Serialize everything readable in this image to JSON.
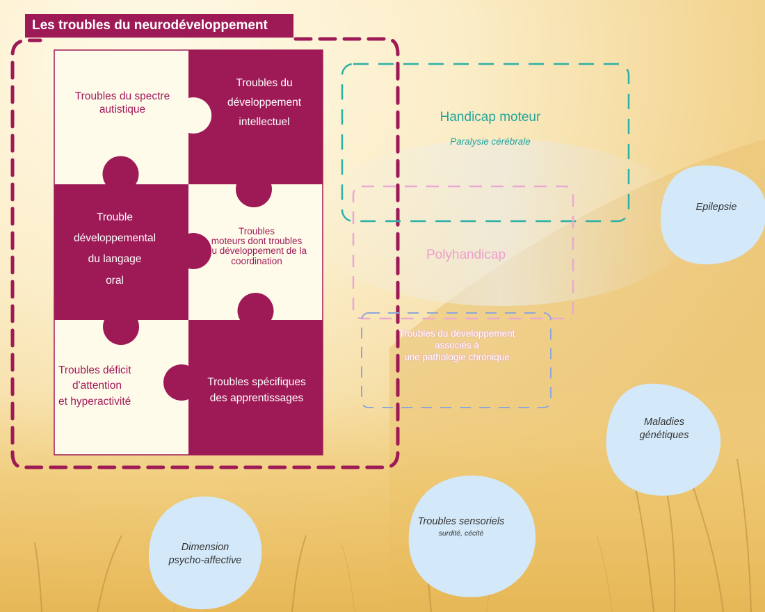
{
  "header": {
    "title": "Les troubles du neurodéveloppement"
  },
  "puzzle": {
    "tl": [
      "Troubles du spectre",
      "autistique"
    ],
    "tr": [
      "Troubles du",
      "développement",
      "intellectuel"
    ],
    "ml": [
      "Trouble",
      "développemental",
      "du langage",
      "oral"
    ],
    "mr": [
      "Troubles",
      "moteurs  dont  troubles",
      "du développement de la",
      "coordination"
    ],
    "bl": [
      "Troubles  déficit",
      "d'attention",
      "et hyperactivité"
    ],
    "br": [
      "Troubles spécifiques",
      "des apprentissages"
    ]
  },
  "handicap_moteur": {
    "title": "Handicap moteur",
    "subtitle": "Paralysie cérébrale"
  },
  "polyhandicap": {
    "title": "Polyhandicap"
  },
  "pathologie": {
    "lines": [
      "Troubles du développement",
      "associés à",
      "une pathologie chronique"
    ]
  },
  "blobs": {
    "epilepsie": [
      "Epilepsie"
    ],
    "maladies": [
      "Maladies",
      "génétiques"
    ],
    "sensoriels": [
      "Troubles sensoriels",
      "surdité, cécité"
    ],
    "psycho": [
      "Dimension",
      "psycho-affective"
    ]
  },
  "colors": {
    "magenta": "#9E1A56",
    "teal": "#2BB0A6",
    "pink": "#E7A9CF",
    "blob": "#D3E8F8",
    "bg_light": "#FCF1CF",
    "bg_warm": "#EDC36A"
  }
}
